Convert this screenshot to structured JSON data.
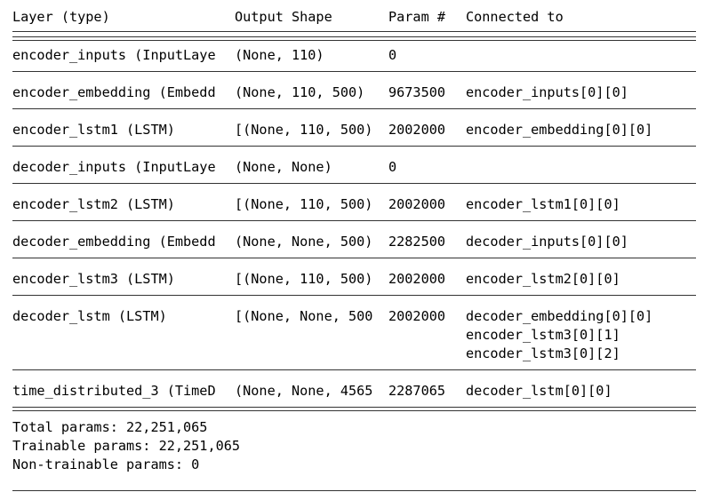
{
  "header": {
    "layer": "Layer (type)",
    "shape": "Output Shape",
    "params": "Param #",
    "connected": "Connected to"
  },
  "rows": [
    {
      "layer": "encoder_inputs (InputLaye",
      "shape": "(None, 110)",
      "params": "0",
      "connected": []
    },
    {
      "layer": "encoder_embedding (Embedd",
      "shape": "(None, 110, 500)",
      "params": "9673500",
      "connected": [
        "encoder_inputs[0][0]"
      ]
    },
    {
      "layer": "encoder_lstm1 (LSTM)",
      "shape": "[(None, 110, 500)",
      "params": "2002000",
      "connected": [
        "encoder_embedding[0][0]"
      ]
    },
    {
      "layer": "decoder_inputs (InputLaye",
      "shape": "(None, None)",
      "params": "0",
      "connected": []
    },
    {
      "layer": "encoder_lstm2 (LSTM)",
      "shape": "[(None, 110, 500)",
      "params": "2002000",
      "connected": [
        "encoder_lstm1[0][0]"
      ]
    },
    {
      "layer": "decoder_embedding (Embedd",
      "shape": "(None, None, 500)",
      "params": "2282500",
      "connected": [
        "decoder_inputs[0][0]"
      ]
    },
    {
      "layer": "encoder_lstm3 (LSTM)",
      "shape": "[(None, 110, 500)",
      "params": "2002000",
      "connected": [
        "encoder_lstm2[0][0]"
      ]
    },
    {
      "layer": "decoder_lstm (LSTM)",
      "shape": "[(None, None, 500",
      "params": "2002000",
      "connected": [
        "decoder_embedding[0][0]",
        "encoder_lstm3[0][1]",
        "encoder_lstm3[0][2]"
      ]
    },
    {
      "layer": "time_distributed_3 (TimeD",
      "shape": "(None, None, 4565",
      "params": "2287065",
      "connected": [
        "decoder_lstm[0][0]"
      ]
    }
  ],
  "summary": {
    "total": "Total params: 22,251,065",
    "trainable": "Trainable params: 22,251,065",
    "non_trainable": "Non-trainable params: 0"
  }
}
